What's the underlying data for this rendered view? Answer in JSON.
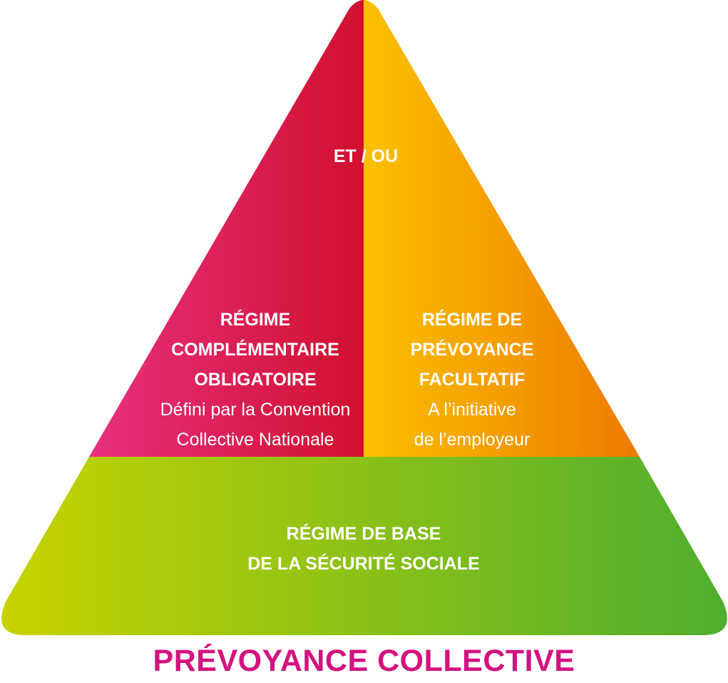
{
  "diagram": {
    "top_text": "ET / OU",
    "left_section": {
      "title_lines": [
        "RÉGIME",
        "COMPLÉMENTAIRE",
        "OBLIGATOIRE"
      ],
      "desc_lines": [
        "Défini par la Convention",
        "Collective Nationale"
      ],
      "colors": {
        "from": "#e8307f",
        "to": "#d1102e"
      }
    },
    "right_section": {
      "title_lines": [
        "RÉGIME DE",
        "PRÉVOYANCE",
        "FACULTATIF"
      ],
      "desc_lines": [
        "A l’initiative",
        "de l’employeur"
      ],
      "colors": {
        "from": "#fcc000",
        "to": "#ec7a00"
      }
    },
    "base_section": {
      "title_lines": [
        "RÉGIME DE BASE",
        "DE LA SÉCURITÉ SOCIALE"
      ],
      "colors": {
        "from": "#c7d300",
        "to": "#4fae2f"
      }
    },
    "footer_title": "PRÉVOYANCE COLLECTIVE",
    "footer_color": "#d4127f"
  }
}
